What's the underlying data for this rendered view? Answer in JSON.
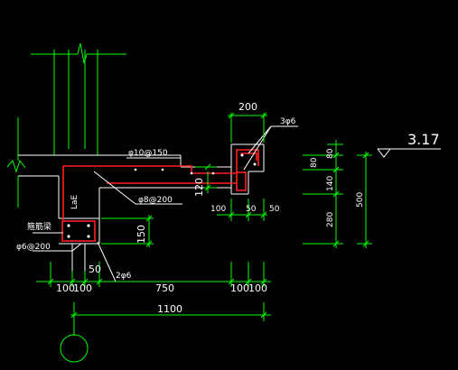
{
  "colors": {
    "background": "#000000",
    "structure": "#00ff00",
    "outline": "#ffffff",
    "rebar": "#ff2020"
  },
  "annotations": {
    "top_bar": "φ10@150",
    "dist_bar": "φ8@200",
    "end_bars": "3φ6",
    "bottom_bars": "2φ6",
    "stirrup": "φ6@200",
    "beam_label": "箍筋梁",
    "anchorage": "LaE",
    "elevation": "3.17"
  },
  "dimensions": {
    "slab_thickness": "120",
    "top_width": "200",
    "gap": "100",
    "left_50": "50",
    "right_50": "50",
    "beam_height": "150",
    "beam_bottom_50": "50",
    "bottom_100a": "100",
    "bottom_100b": "100",
    "bottom_750": "750",
    "bottom_100c": "100",
    "bottom_100d": "100",
    "total": "1100",
    "side_80a": "80",
    "side_80b": "80",
    "side_140": "140",
    "side_280": "280",
    "side_500": "500"
  }
}
